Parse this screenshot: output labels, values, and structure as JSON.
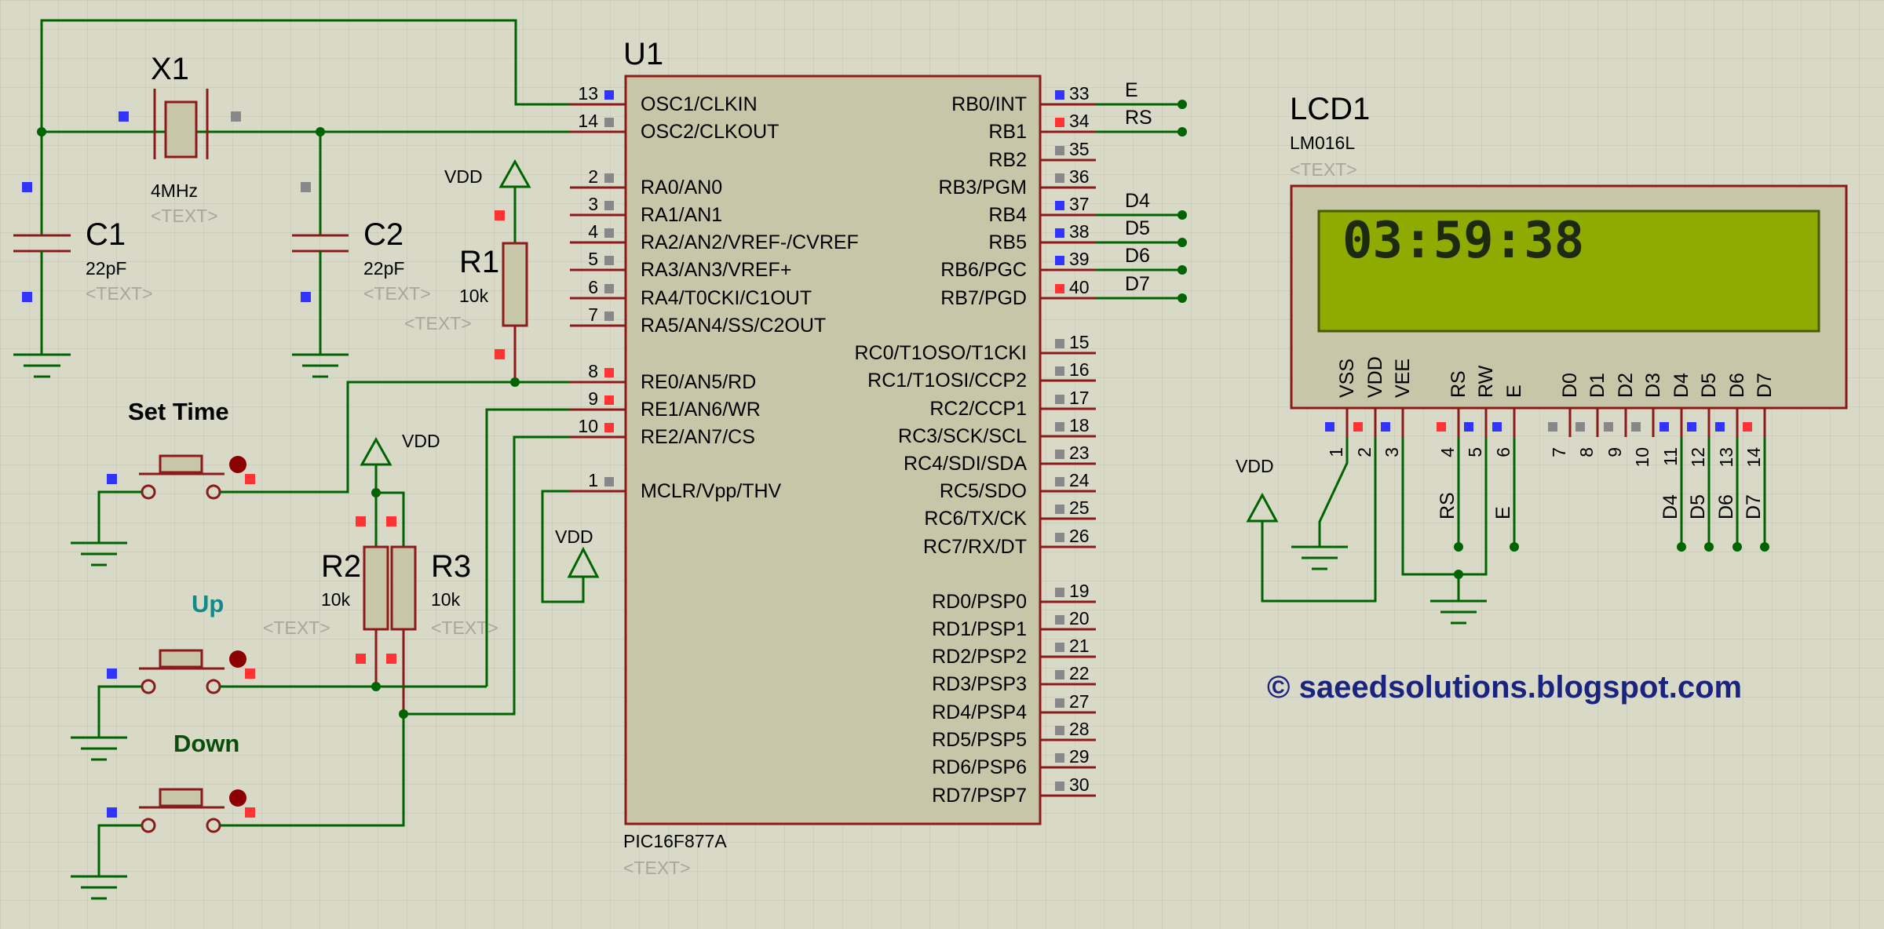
{
  "components": {
    "x1": {
      "ref": "X1",
      "value": "4MHz",
      "text": "<TEXT>"
    },
    "c1": {
      "ref": "C1",
      "value": "22pF",
      "text": "<TEXT>"
    },
    "c2": {
      "ref": "C2",
      "value": "22pF",
      "text": "<TEXT>"
    },
    "r1": {
      "ref": "R1",
      "value": "10k",
      "text": "<TEXT>"
    },
    "r2": {
      "ref": "R2",
      "value": "10k",
      "text": "<TEXT>"
    },
    "r3": {
      "ref": "R3",
      "value": "10k",
      "text": "<TEXT>"
    },
    "u1": {
      "ref": "U1",
      "part": "PIC16F877A",
      "text": "<TEXT>"
    },
    "lcd1": {
      "ref": "LCD1",
      "part": "LM016L",
      "text": "<TEXT>",
      "display": "03:59:38"
    }
  },
  "power_labels": {
    "vdd": "VDD"
  },
  "buttons": {
    "set_time": "Set Time",
    "up": "Up",
    "down": "Down"
  },
  "mcu_left_pins": [
    {
      "num": "13",
      "name": "OSC1/CLKIN"
    },
    {
      "num": "14",
      "name": "OSC2/CLKOUT"
    },
    {
      "num": "2",
      "name": "RA0/AN0"
    },
    {
      "num": "3",
      "name": "RA1/AN1"
    },
    {
      "num": "4",
      "name": "RA2/AN2/VREF-/CVREF"
    },
    {
      "num": "5",
      "name": "RA3/AN3/VREF+"
    },
    {
      "num": "6",
      "name": "RA4/T0CKI/C1OUT"
    },
    {
      "num": "7",
      "name": "RA5/AN4/SS/C2OUT"
    },
    {
      "num": "8",
      "name": "RE0/AN5/RD"
    },
    {
      "num": "9",
      "name": "RE1/AN6/WR"
    },
    {
      "num": "10",
      "name": "RE2/AN7/CS"
    },
    {
      "num": "1",
      "name": "MCLR/Vpp/THV"
    }
  ],
  "mcu_right_pins": [
    {
      "num": "33",
      "name": "RB0/INT"
    },
    {
      "num": "34",
      "name": "RB1"
    },
    {
      "num": "35",
      "name": "RB2"
    },
    {
      "num": "36",
      "name": "RB3/PGM"
    },
    {
      "num": "37",
      "name": "RB4"
    },
    {
      "num": "38",
      "name": "RB5"
    },
    {
      "num": "39",
      "name": "RB6/PGC"
    },
    {
      "num": "40",
      "name": "RB7/PGD"
    },
    {
      "num": "15",
      "name": "RC0/T1OSO/T1CKI"
    },
    {
      "num": "16",
      "name": "RC1/T1OSI/CCP2"
    },
    {
      "num": "17",
      "name": "RC2/CCP1"
    },
    {
      "num": "18",
      "name": "RC3/SCK/SCL"
    },
    {
      "num": "23",
      "name": "RC4/SDI/SDA"
    },
    {
      "num": "24",
      "name": "RC5/SDO"
    },
    {
      "num": "25",
      "name": "RC6/TX/CK"
    },
    {
      "num": "26",
      "name": "RC7/RX/DT"
    },
    {
      "num": "19",
      "name": "RD0/PSP0"
    },
    {
      "num": "20",
      "name": "RD1/PSP1"
    },
    {
      "num": "21",
      "name": "RD2/PSP2"
    },
    {
      "num": "22",
      "name": "RD3/PSP3"
    },
    {
      "num": "27",
      "name": "RD4/PSP4"
    },
    {
      "num": "28",
      "name": "RD5/PSP5"
    },
    {
      "num": "29",
      "name": "RD6/PSP6"
    },
    {
      "num": "30",
      "name": "RD7/PSP7"
    }
  ],
  "rb_nets": {
    "rb0": "E",
    "rb1": "RS",
    "rb4": "D4",
    "rb5": "D5",
    "rb6": "D6",
    "rb7": "D7"
  },
  "lcd_pins": [
    {
      "num": "1",
      "name": "VSS"
    },
    {
      "num": "2",
      "name": "VDD"
    },
    {
      "num": "3",
      "name": "VEE"
    },
    {
      "num": "4",
      "name": "RS"
    },
    {
      "num": "5",
      "name": "RW"
    },
    {
      "num": "6",
      "name": "E"
    },
    {
      "num": "7",
      "name": "D0"
    },
    {
      "num": "8",
      "name": "D1"
    },
    {
      "num": "9",
      "name": "D2"
    },
    {
      "num": "10",
      "name": "D3"
    },
    {
      "num": "11",
      "name": "D4"
    },
    {
      "num": "12",
      "name": "D5"
    },
    {
      "num": "13",
      "name": "D6"
    },
    {
      "num": "14",
      "name": "D7"
    }
  ],
  "lcd_nets": {
    "rs": "RS",
    "e": "E",
    "d4": "D4",
    "d5": "D5",
    "d6": "D6",
    "d7": "D7"
  },
  "credit": "© saeedsolutions.blogspot.com",
  "colors": {
    "background": "#d9d9c8",
    "wire": "#006400",
    "component_outline": "#8b1a1a",
    "component_fill": "#c8c6a8",
    "lcd_screen": "#8faa00",
    "pin_marker_blue": "#3333ff",
    "pin_marker_red": "#ff3333",
    "pin_marker_grey": "#888888",
    "credit_text": "#1a237e"
  }
}
